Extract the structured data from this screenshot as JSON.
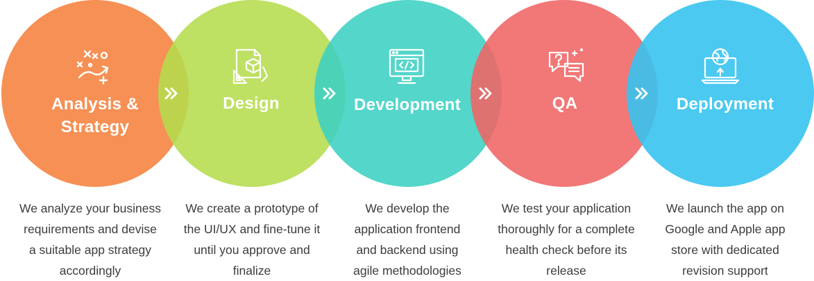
{
  "steps": [
    {
      "title_lines": [
        "Analysis &",
        "Strategy"
      ],
      "icon": "strategy-icon",
      "color": "#f58a4b",
      "description": [
        "We analyze your business",
        "requirements and devise",
        "a suitable app strategy",
        "accordingly"
      ]
    },
    {
      "title_lines": [
        "Design"
      ],
      "icon": "design-tools-icon",
      "color": "#b5dc4d",
      "description": [
        "We create a prototype of",
        "the UI/UX and fine-tune it",
        "until you approve and",
        "finalize"
      ]
    },
    {
      "title_lines": [
        "Development"
      ],
      "icon": "code-window-icon",
      "color": "#3ed0c3",
      "description": [
        "We develop the",
        "application frontend",
        "and backend using",
        "agile methodologies"
      ]
    },
    {
      "title_lines": [
        "QA"
      ],
      "icon": "question-chat-icon",
      "color": "#f06b6b",
      "description": [
        "We test your application",
        "thoroughly for a complete",
        "health check before its",
        "release"
      ]
    },
    {
      "title_lines": [
        "Deployment"
      ],
      "icon": "globe-laptop-icon",
      "color": "#3dc3f0",
      "description": [
        "We launch the app on",
        "Google and Apple app",
        "store with dedicated",
        "revision support"
      ]
    }
  ]
}
